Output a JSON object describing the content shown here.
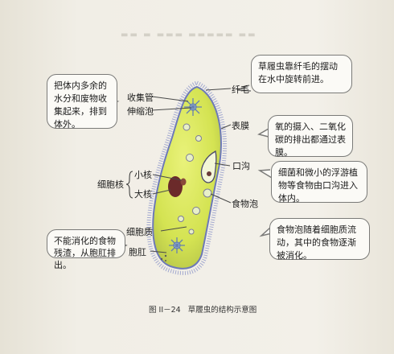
{
  "labels": {
    "collecting_tube": "收集管",
    "contractile_vacuole": "伸缩泡",
    "cilia": "纤毛",
    "pellicle": "表膜",
    "oral_groove": "口沟",
    "food_vacuole": "食物泡",
    "nucleus_group": "细胞核",
    "micronucleus": "小核",
    "macronucleus": "大核",
    "cytoplasm": "细胞质",
    "anal_pore": "胞肛"
  },
  "callouts": {
    "excretion": "把体内多余的水分和废物收集起来，排到体外。",
    "cilia_note": "草履虫靠纤毛的摆动在水中旋转前进。",
    "pellicle_note": "氧的摄入、二氧化碳的排出都通过表膜。",
    "oral_note": "细菌和微小的浮游植物等食物由口沟进入体内。",
    "food_note": "食物泡随着细胞质流动，其中的食物逐渐被消化。",
    "waste_note": "不能消化的食物残渣，从胞肛排出。"
  },
  "caption": {
    "figure_no": "图 II－24",
    "title": "草履虫的结构示意图"
  },
  "colors": {
    "cell_fill": "#d9e85a",
    "cell_edge": "#6d79b8",
    "nucleus": "#6b2a2a",
    "callout_border": "#7a7a78"
  }
}
